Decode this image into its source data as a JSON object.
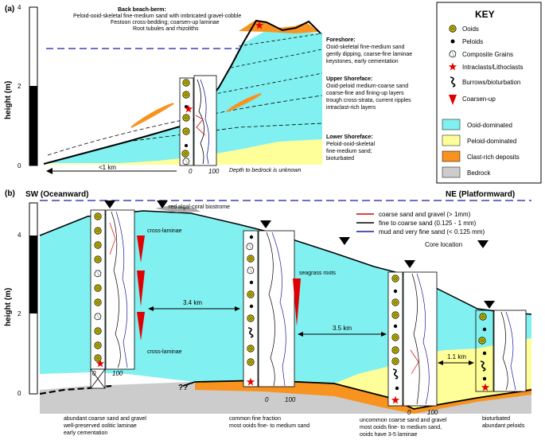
{
  "panel_a": {
    "label": "(a)",
    "axis": {
      "title": "height (m)",
      "ticks": [
        "4",
        "2",
        "0"
      ]
    },
    "back_beach": {
      "heading": "Back beach-berm:",
      "lines": [
        "Peloid-ooid-skeletal fine-medium sand with imbricated gravel-cobble",
        "Festoon cross-bedding; coarsen-up laminae",
        "Root tubules and rhizoliths"
      ]
    },
    "foreshore": {
      "heading": "Foreshore:",
      "lines": [
        "Ooid-skeletal fine-medium sand",
        "gently dipping, coarse-fine laminae",
        "keystones, early cementation"
      ]
    },
    "upper_shoreface": {
      "heading": "Upper Shoreface:",
      "lines": [
        "Ooid-peloid medium-coarse sand",
        "coarse-fine and fining-up layers",
        "trough cross-strata, current ripples",
        "intraclast-rich layers"
      ]
    },
    "lower_shoreface": {
      "heading": "Lower Shoreface:",
      "lines": [
        "Peloid-ooid-skeletal",
        "fine-medium sand;",
        "bioturbated"
      ]
    },
    "scale_label": "<1 km",
    "grain_ticks": [
      "0",
      "100"
    ],
    "bedrock_note": "Depth to bedrock is unknown"
  },
  "key": {
    "title": "KEY",
    "items": [
      {
        "icon": "ooid-icon",
        "label": "Ooids"
      },
      {
        "icon": "peloid-icon",
        "label": "Peloids"
      },
      {
        "icon": "composite-grain-icon",
        "label": "Composite Grains"
      },
      {
        "icon": "star-icon",
        "label": "Intraclasts/Lithoclasts"
      },
      {
        "icon": "burrow-icon",
        "label": "Burrows/bioturbation"
      },
      {
        "icon": "coarsen-up-icon",
        "label": "Coarsen-up"
      }
    ],
    "swatches": [
      {
        "color": "#80f0f0",
        "label": "Ooid-dominated"
      },
      {
        "color": "#ffff99",
        "label": "Peloid-dominated"
      },
      {
        "color": "#f7931e",
        "label": "Clast-rich deposits"
      },
      {
        "color": "#cccccc",
        "label": "Bedrock"
      }
    ]
  },
  "panel_b": {
    "label": "(b)",
    "sw_label": "SW (Oceanward)",
    "ne_label": "NE (Platformward)",
    "axis": {
      "title": "height (m)",
      "ticks": [
        "4",
        "2",
        "0"
      ]
    },
    "legend": [
      {
        "color": "#d40000",
        "label": "coarse sand and gravel (> 1mm)"
      },
      {
        "color": "#000000",
        "label": "fine to coarse sand (0.125 - 1 mm)"
      },
      {
        "color": "#1a1aa0",
        "label": "mud and very fine sand (< 0.125 mm)"
      }
    ],
    "core_location_label": "Core location",
    "annotations": {
      "algal": "red algal-coral biostrome",
      "cross_top": "cross-laminae",
      "cross_bottom": "cross-laminae",
      "seagrass": "seagrass roots",
      "question": "??"
    },
    "distances": [
      "3.4 km",
      "3.5 km",
      "1.1 km"
    ],
    "grain_ticks": [
      "0",
      "100"
    ],
    "captions": [
      [
        "abundant coarse sand and gravel",
        "well-preserved oolitic laminae",
        "early cementation"
      ],
      [
        "common fine fraction",
        "most ooids fine- to medium sand"
      ],
      [
        "uncommon coarse sand and gravel",
        "most ooids fine- to medium sand,",
        "ooids have 3-5 laminae"
      ],
      [
        "bioturbated",
        "abundant peloids"
      ]
    ]
  },
  "colors": {
    "ooid": "#80f0f0",
    "peloid": "#ffff99",
    "clast": "#f7931e",
    "bedrock": "#cccccc",
    "dashed_line": "#1a1aa0",
    "star": "#e00000"
  }
}
